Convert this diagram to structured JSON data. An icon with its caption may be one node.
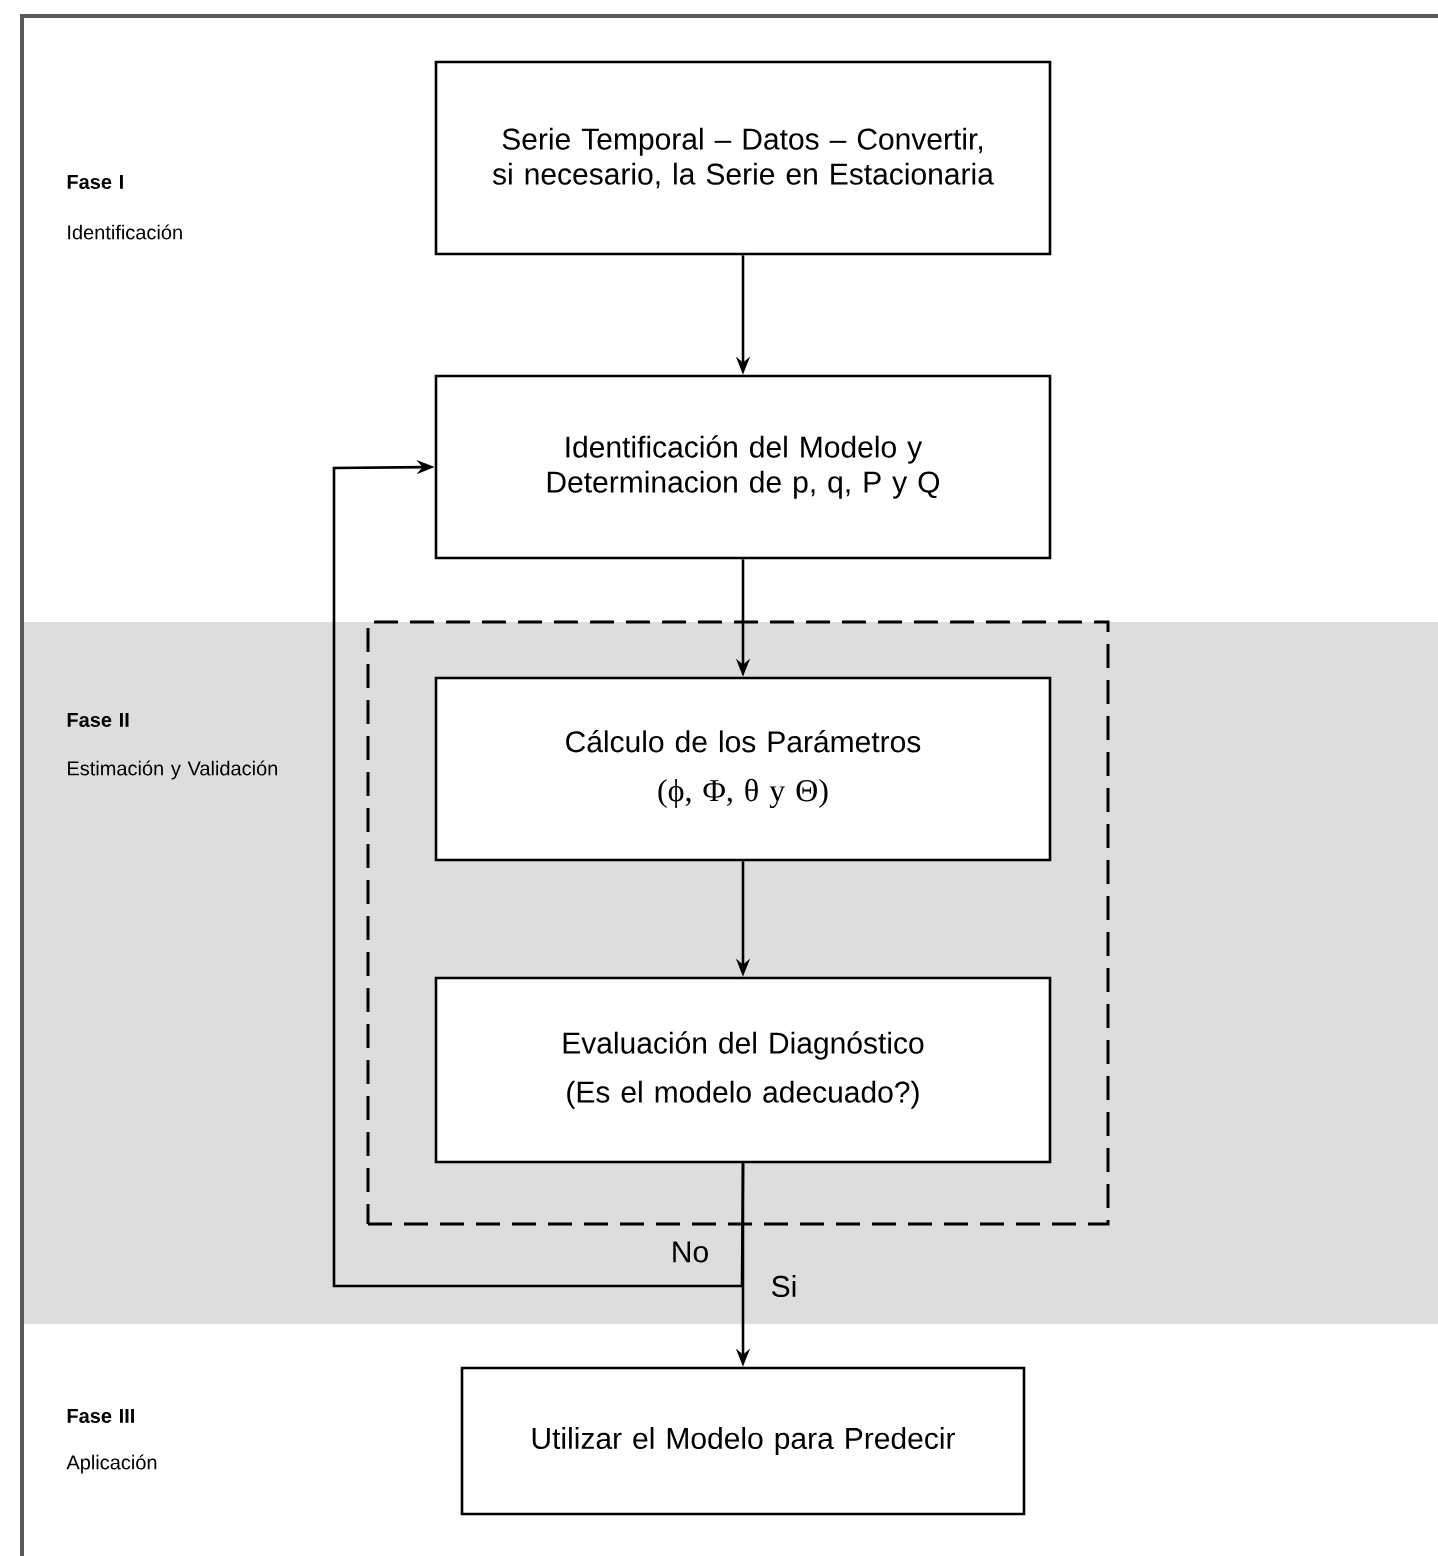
{
  "diagram": {
    "nodes": [
      {
        "text": [
          "Serie Temporal – Datos – Convertir, si necesario, la Serie en Estacionaria"
        ]
      },
      {
        "text": [
          "Identificación del Modelo y Determinacion de p, q, P y Q"
        ]
      },
      {
        "text": [],
        "shape": "box"
      },
      {
        "text": [
          "Cálculo de los Parámetros",
          "(ϕ, Φ, θ y Θ)"
        ],
        "in": 2
      },
      {
        "text": [
          "Evaluación del Diagnóstico",
          "(Es el modelo adecuado?)"
        ],
        "in": 2
      },
      {
        "text": [
          "Utilizar el Modelo para Predecir"
        ]
      }
    ],
    "edges": [
      {
        "from": 0,
        "to": 1,
        "arrow": "to"
      },
      {
        "from": 1,
        "to": 3,
        "arrow": "to"
      },
      {
        "from": 3,
        "to": 4,
        "arrow": "to"
      },
      {
        "from": 4,
        "to": 1,
        "arrow": "to",
        "label": "No"
      },
      {
        "from": 4,
        "to": 5,
        "arrow": "to",
        "label": "Si"
      }
    ],
    "labels": [
      "Fase I",
      "Identificación",
      "Fase II",
      "Estimación y Validación",
      "Fase III",
      "Aplicación"
    ]
  }
}
